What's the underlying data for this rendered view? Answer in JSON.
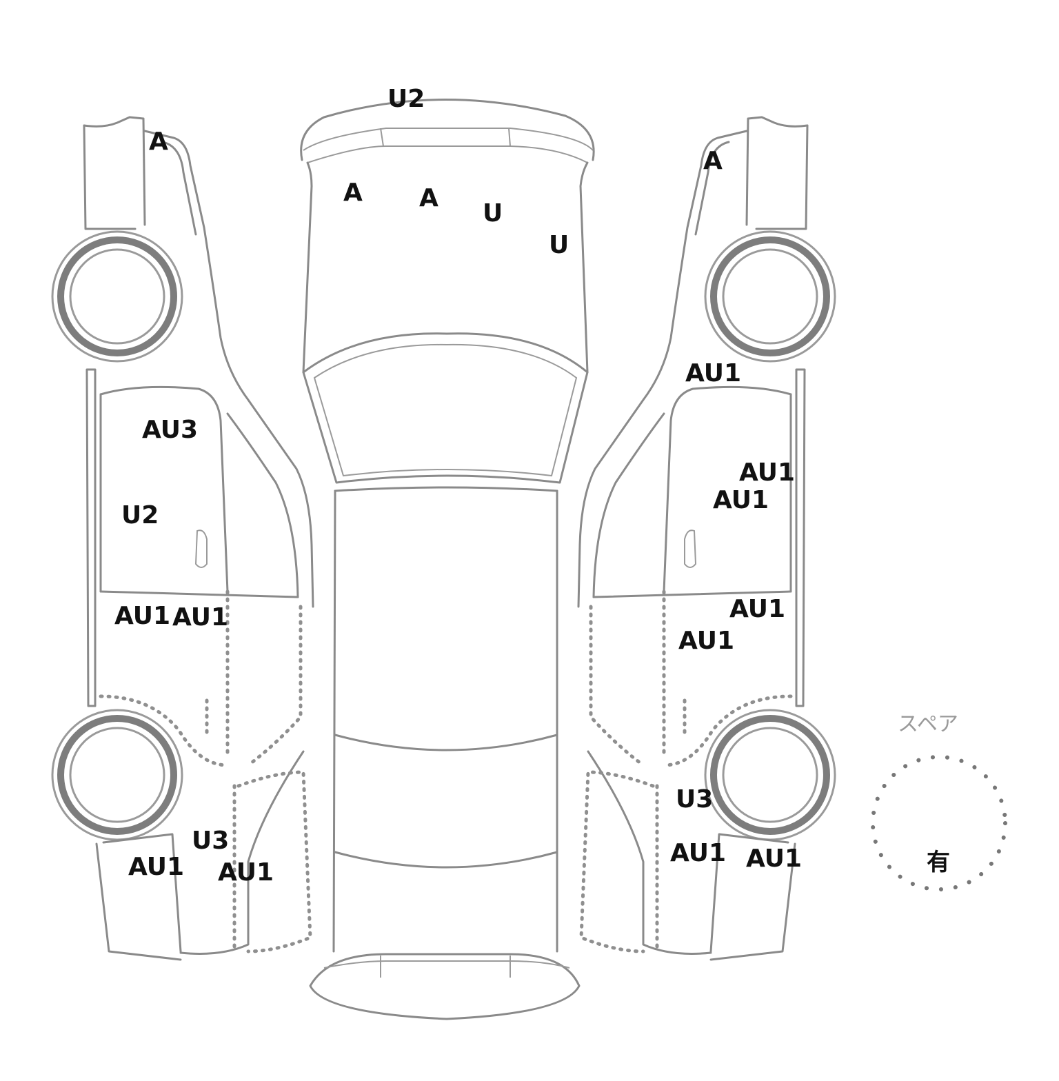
{
  "diagram": {
    "marks": [
      {
        "id": "m1",
        "code": "U2"
      },
      {
        "id": "m2",
        "code": "A"
      },
      {
        "id": "m3",
        "code": "A"
      },
      {
        "id": "m4",
        "code": "A"
      },
      {
        "id": "m5",
        "code": "U"
      },
      {
        "id": "m6",
        "code": "U"
      },
      {
        "id": "m7",
        "code": "A"
      },
      {
        "id": "m8",
        "code": "AU3"
      },
      {
        "id": "m9",
        "code": "U2"
      },
      {
        "id": "m10",
        "code": "AU1"
      },
      {
        "id": "m11",
        "code": "AU1"
      },
      {
        "id": "m12",
        "code": "U3"
      },
      {
        "id": "m13",
        "code": "AU1"
      },
      {
        "id": "m14",
        "code": "AU1"
      },
      {
        "id": "m15",
        "code": "AU1"
      },
      {
        "id": "m16",
        "code": "AU1"
      },
      {
        "id": "m17",
        "code": "AU1"
      },
      {
        "id": "m18",
        "code": "AU1"
      },
      {
        "id": "m19",
        "code": "AU1"
      },
      {
        "id": "m20",
        "code": "U3"
      },
      {
        "id": "m21",
        "code": "AU1"
      },
      {
        "id": "m22",
        "code": "AU1"
      }
    ],
    "spare": {
      "label": "スペア",
      "value": "有"
    }
  }
}
